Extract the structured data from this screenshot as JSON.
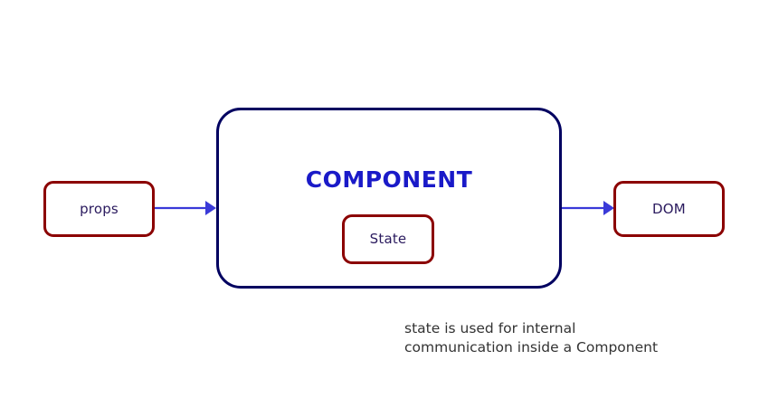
{
  "diagram": {
    "title": "React component data flow diagram",
    "nodes": {
      "props": {
        "label": "props"
      },
      "component": {
        "title": "COMPONENT"
      },
      "state": {
        "label": "State"
      },
      "dom": {
        "label": "DOM"
      }
    },
    "edges": [
      {
        "name": "props-to-component",
        "from": "props",
        "to": "component",
        "label": ""
      },
      {
        "name": "component-to-dom",
        "from": "component",
        "to": "dom",
        "label": ""
      }
    ],
    "caption": "state is used for internal\ncommunication inside a Component",
    "colors": {
      "box_border_red": "#8b0000",
      "component_border_navy": "#000060",
      "component_title_blue": "#1a1ac8",
      "node_label_indigo": "#2a1a5e",
      "arrow_blue": "#3a3ad8",
      "caption_gray": "#333333",
      "background": "#ffffff"
    }
  }
}
